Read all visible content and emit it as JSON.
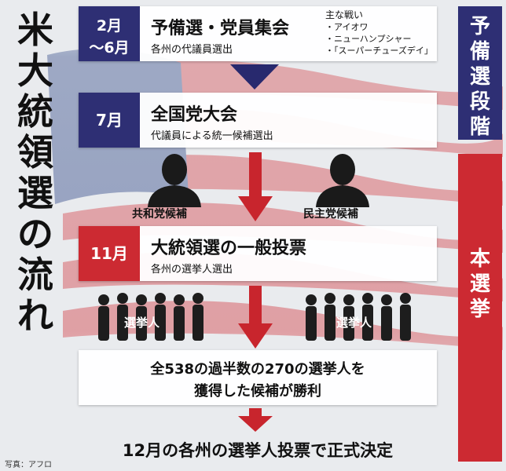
{
  "title_chars": [
    "米",
    "大",
    "統",
    "領",
    "選",
    "の",
    "流",
    "れ"
  ],
  "steps": [
    {
      "period": [
        "2月",
        "～6月"
      ],
      "title": "予備選・党員集会",
      "sub": "各州の代議員選出",
      "notes_title": "主な戦い",
      "notes": [
        "・アイオワ",
        "・ニューハンプシャー",
        "・「スーパーチューズデイ」"
      ]
    },
    {
      "period": [
        "7月"
      ],
      "title": "全国党大会",
      "sub": "代議員による統一候補選出"
    },
    {
      "period": [
        "11月"
      ],
      "title": "大統領選の一般投票",
      "sub": "各州の選挙人選出"
    }
  ],
  "candidates": {
    "left": "共和党候補",
    "right": "民主党候補"
  },
  "electors_label": "選挙人",
  "result": {
    "line1": "全538の過半数の270の選挙人を",
    "line2": "獲得した候補が勝利"
  },
  "final": "12月の各州の選挙人投票で正式決定",
  "side": {
    "primary": [
      "予",
      "備",
      "選",
      "段",
      "階"
    ],
    "main": [
      "本",
      "選",
      "挙"
    ]
  },
  "credit": "写真：アフロ",
  "colors": {
    "navy": "#2e2f74",
    "red": "#cc2a32",
    "arrow_navy": "#28296e",
    "arrow_red": "#c8252d"
  }
}
